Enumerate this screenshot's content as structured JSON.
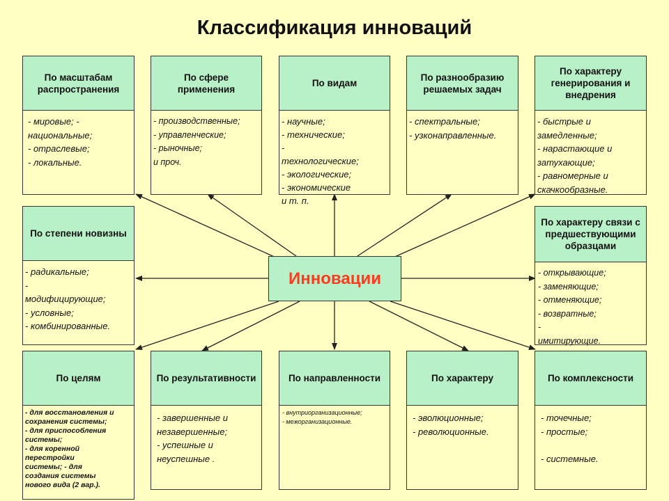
{
  "title": "Классификация инноваций",
  "center_label": "Инновации",
  "boxes": [
    {
      "header": "По масштабам распространения",
      "body": "- мировые;                 -\nнациональные;\n-      отраслевые;\n-      локальные."
    },
    {
      "header": "По сфере применения",
      "body": "- производственные;\n- управленческие;\n   - рыночные;\n и проч."
    },
    {
      "header": "По видам",
      "body": "- научные;\n   - технические;\n-\nтехнологические;\n- экологические;\n  - экономические\nи т. п."
    },
    {
      "header": "По разнообразию решаемых задач",
      "body": "- спектральные;\n- узконаправленные."
    },
    {
      "header": "По характеру генерирования и внедрения",
      "body": "- быстрые и\nзамедленные;\n   - нарастающие и\nзатухающие;\n   - равномерные и\nскачкообразные."
    },
    {
      "header": "По степени новизны",
      "body": "- радикальные;\n -\nмодифицирующие;\n- условные;\n- комбинированные."
    },
    {
      "header": "По характеру связи с предшествующими образцами",
      "body": "- открывающие;\n-       заменяющие;\n-       отменяющие;\n-       возвратные;\n                                    -\n          имитирующие."
    },
    {
      "header": "По целям",
      "body": "- для восстановления и сохранения системы;\n-          для приспособления\n            системы;\n-          для коренной\n            перестройки\n            системы;  - для\n            создания системы\n            нового вида (2 вар.)."
    },
    {
      "header": "По результативности",
      "body": "- завершенные и\nнезавершенные;\n- успешные и\nнеуспешные ."
    },
    {
      "header": "По направленности",
      "body": "- внутриорганизационные;\n- межорганизационные."
    },
    {
      "header": "По характеру",
      "body": "- эволюционные;\n- революционные."
    },
    {
      "header": "По комплексности",
      "body": "- точечные;\n-        простые;\n\n-        системные."
    }
  ]
}
